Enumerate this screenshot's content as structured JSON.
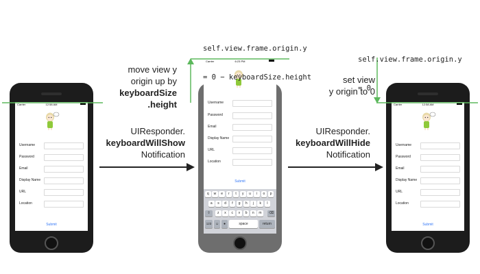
{
  "phone_ui": {
    "carrier": "Carrier",
    "time_left": "12:58 AM",
    "time_middle": "6:23 PM",
    "time_right": "12:58 AM",
    "fields": [
      "Username",
      "Password",
      "Email",
      "Display Name",
      "URL",
      "Location"
    ],
    "submit": "Submit"
  },
  "keyboard": {
    "row1": [
      "q",
      "w",
      "e",
      "r",
      "t",
      "y",
      "u",
      "i",
      "o",
      "p"
    ],
    "row2": [
      "a",
      "s",
      "d",
      "f",
      "g",
      "h",
      "j",
      "k",
      "l"
    ],
    "row3": [
      "z",
      "x",
      "c",
      "v",
      "b",
      "n",
      "m"
    ],
    "num_label": "123",
    "space_label": "space",
    "return_label": "return"
  },
  "annotations": {
    "move_line1": "move view y",
    "move_line2": "origin up  by",
    "move_line3": "keyboardSize",
    "move_line4": ".height",
    "show_line1": "UIResponder.",
    "show_line2": "keyboardWillShow",
    "show_line3": "Notification",
    "hide_line1": "UIResponder.",
    "hide_line2": "keyboardWillHide",
    "hide_line3": "Notification",
    "set_line1": "set view",
    "set_line2": "y origin to  0",
    "code_middle_line1": "self.view.frame.origin.y",
    "code_middle_line2": "= 0 − keyboardSize.height",
    "code_right_line1": "self.view.frame.origin.y",
    "code_right_line2": "= 0"
  },
  "colors": {
    "accent_green": "#5cb85c",
    "arrow": "#222222",
    "phone_body": "#1c1c1c",
    "phone_body_gray": "#6e6e6e"
  }
}
